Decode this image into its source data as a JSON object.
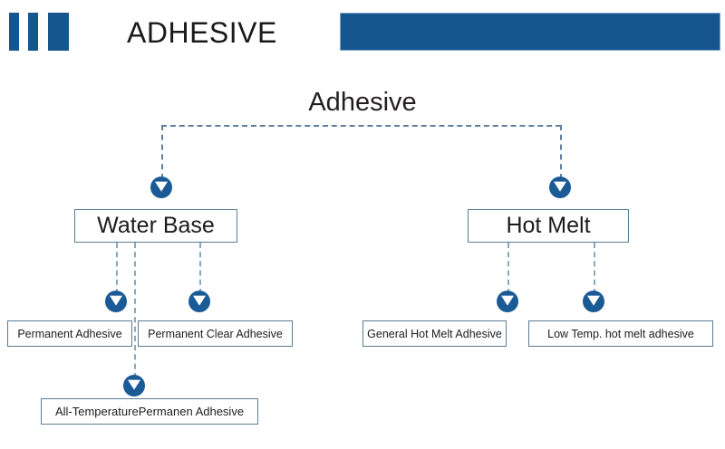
{
  "header": {
    "logo_name": "three-bar-logo",
    "title": "ADHESIVE",
    "band_name": "header-blue-band",
    "brand_color": "#15568f",
    "band_border_color": "#7da7c9"
  },
  "diagram": {
    "root_label": "Adhesive",
    "line_color": "#5f7f9c",
    "marker_color": "#1a5b96",
    "box_border_color": "#5b7c94",
    "branches": [
      {
        "id": "water-base",
        "label": "Water Base",
        "children": [
          {
            "id": "permanent-adhesive",
            "label": "Permanent Adhesive"
          },
          {
            "id": "permanent-clear-adhesive",
            "label": "Permanent Clear Adhesive"
          },
          {
            "id": "all-temperature-permanen-adhesive",
            "label": "All-TemperaturePermanen Adhesive"
          }
        ]
      },
      {
        "id": "hot-melt",
        "label": "Hot Melt",
        "children": [
          {
            "id": "general-hot-melt-adhesive",
            "label": "General Hot Melt Adhesive"
          },
          {
            "id": "low-temp-hot-melt-adhesive",
            "label": "Low Temp. hot melt adhesive"
          }
        ]
      }
    ]
  }
}
